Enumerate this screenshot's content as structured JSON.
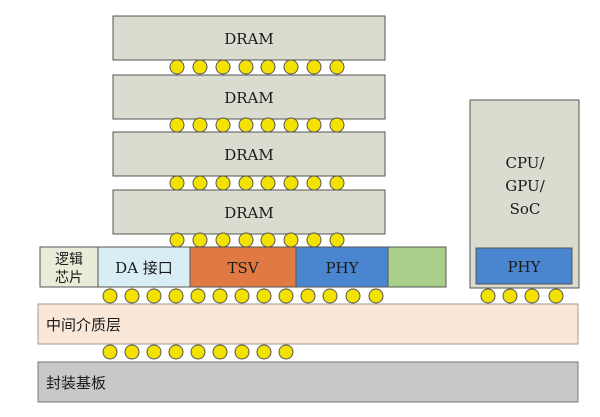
{
  "dram_layers": [
    "DRAM",
    "DRAM",
    "DRAM",
    "DRAM"
  ],
  "logic_die": {
    "label_line1": "逻辑",
    "label_line2": "芯片",
    "blocks": [
      "DA 接口",
      "TSV",
      "PHY",
      ""
    ]
  },
  "interposer": {
    "label": "中间介质层"
  },
  "substrate": {
    "label": "封装基板"
  },
  "processor": {
    "label_lines": [
      "CPU/",
      "GPU/",
      "SoC"
    ],
    "phy_label": "PHY"
  },
  "colors": {
    "dram_fill": "#d9dccf",
    "logic_label_fill": "#e9ecd8",
    "da_fill": "#d8edf4",
    "tsv_fill": "#e07a42",
    "phy_fill": "#4a86cf",
    "green_block_fill": "#a8cf8c",
    "interposer_fill": "#fbe7d8",
    "substrate_fill": "#c8c8c8",
    "bump_fill": "#f3e100",
    "wire": "#f2a640"
  }
}
